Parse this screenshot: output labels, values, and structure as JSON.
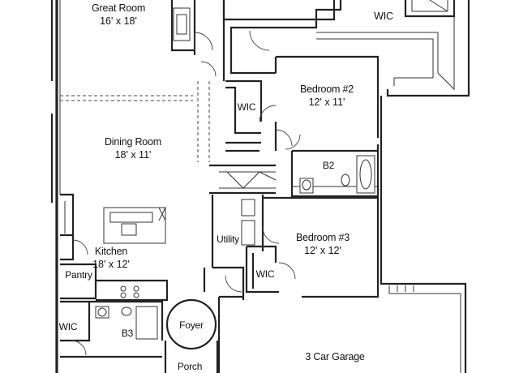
{
  "rooms": {
    "great_room": {
      "name": "Great Room",
      "size": "16' x 18'"
    },
    "wic_master": {
      "name": "WIC"
    },
    "bedroom2": {
      "name": "Bedroom #2",
      "size": "12' x 11'"
    },
    "wic_hall": {
      "name": "WIC"
    },
    "dining": {
      "name": "Dining Room",
      "size": "18' x 11'"
    },
    "b2": {
      "name": "B2"
    },
    "utility": {
      "name": "Utility"
    },
    "bedroom3": {
      "name": "Bedroom #3",
      "size": "12' x 12'"
    },
    "kitchen": {
      "name": "Kitchen",
      "size": "18' x 12'"
    },
    "pantry": {
      "name": "Pantry"
    },
    "wic_b3": {
      "name": "WIC"
    },
    "wic_bed3": {
      "name": "WIC"
    },
    "foyer": {
      "name": "Foyer"
    },
    "b3": {
      "name": "B3"
    },
    "porch": {
      "name": "Porch"
    },
    "garage": {
      "name": "3 Car Garage"
    }
  }
}
